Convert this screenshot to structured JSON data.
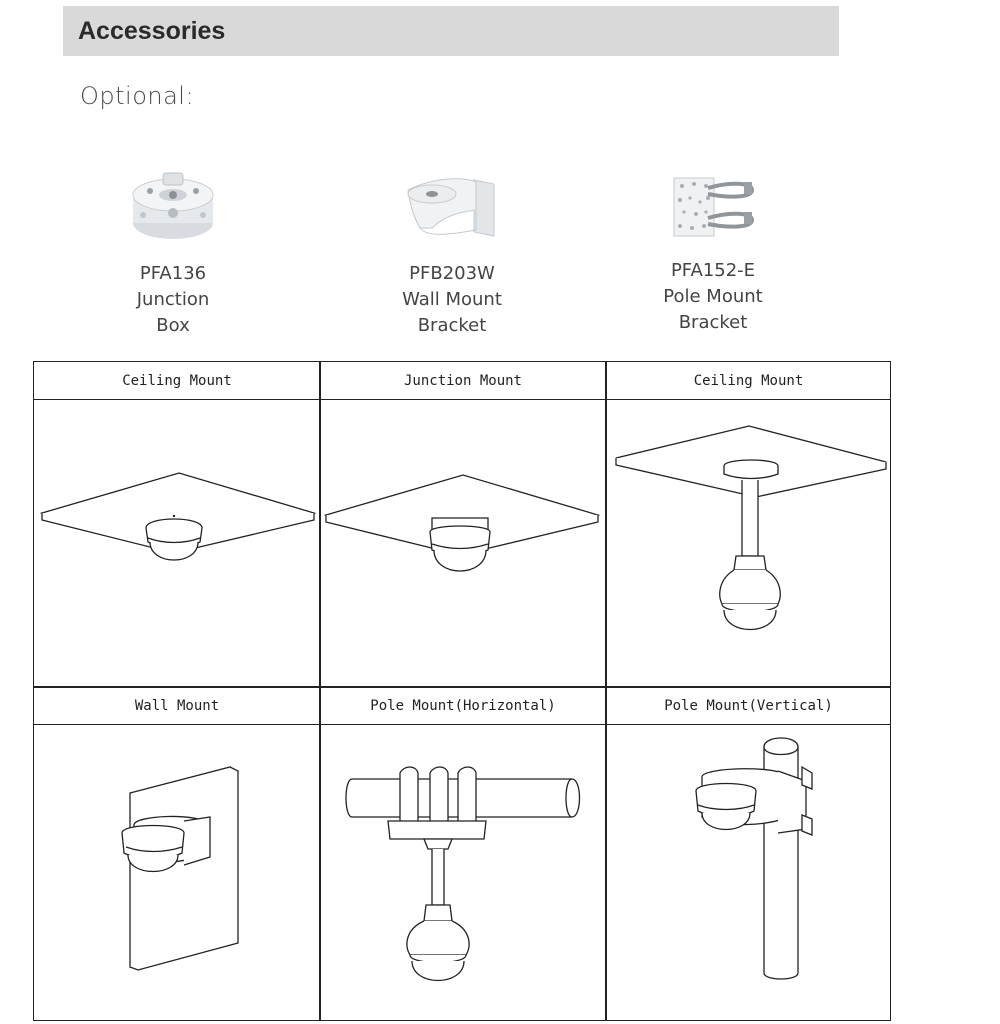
{
  "header": {
    "title": "Accessories"
  },
  "section": {
    "optional_label": "Optional:"
  },
  "products": [
    {
      "model": "PFA136",
      "line2": "Junction",
      "line3": "Box",
      "icon": "junction-box-icon"
    },
    {
      "model": "PFB203W",
      "line2": "Wall Mount",
      "line3": "Bracket",
      "icon": "wall-mount-bracket-icon"
    },
    {
      "model": "PFA152-E",
      "line2": "Pole Mount",
      "line3": "Bracket",
      "icon": "pole-mount-bracket-icon"
    }
  ],
  "mounts": [
    {
      "label": "Ceiling Mount"
    },
    {
      "label": "Junction Mount"
    },
    {
      "label": "Ceiling Mount"
    },
    {
      "label": "Wall Mount"
    },
    {
      "label": "Pole Mount(Horizontal)"
    },
    {
      "label": "Pole Mount(Vertical)"
    }
  ]
}
